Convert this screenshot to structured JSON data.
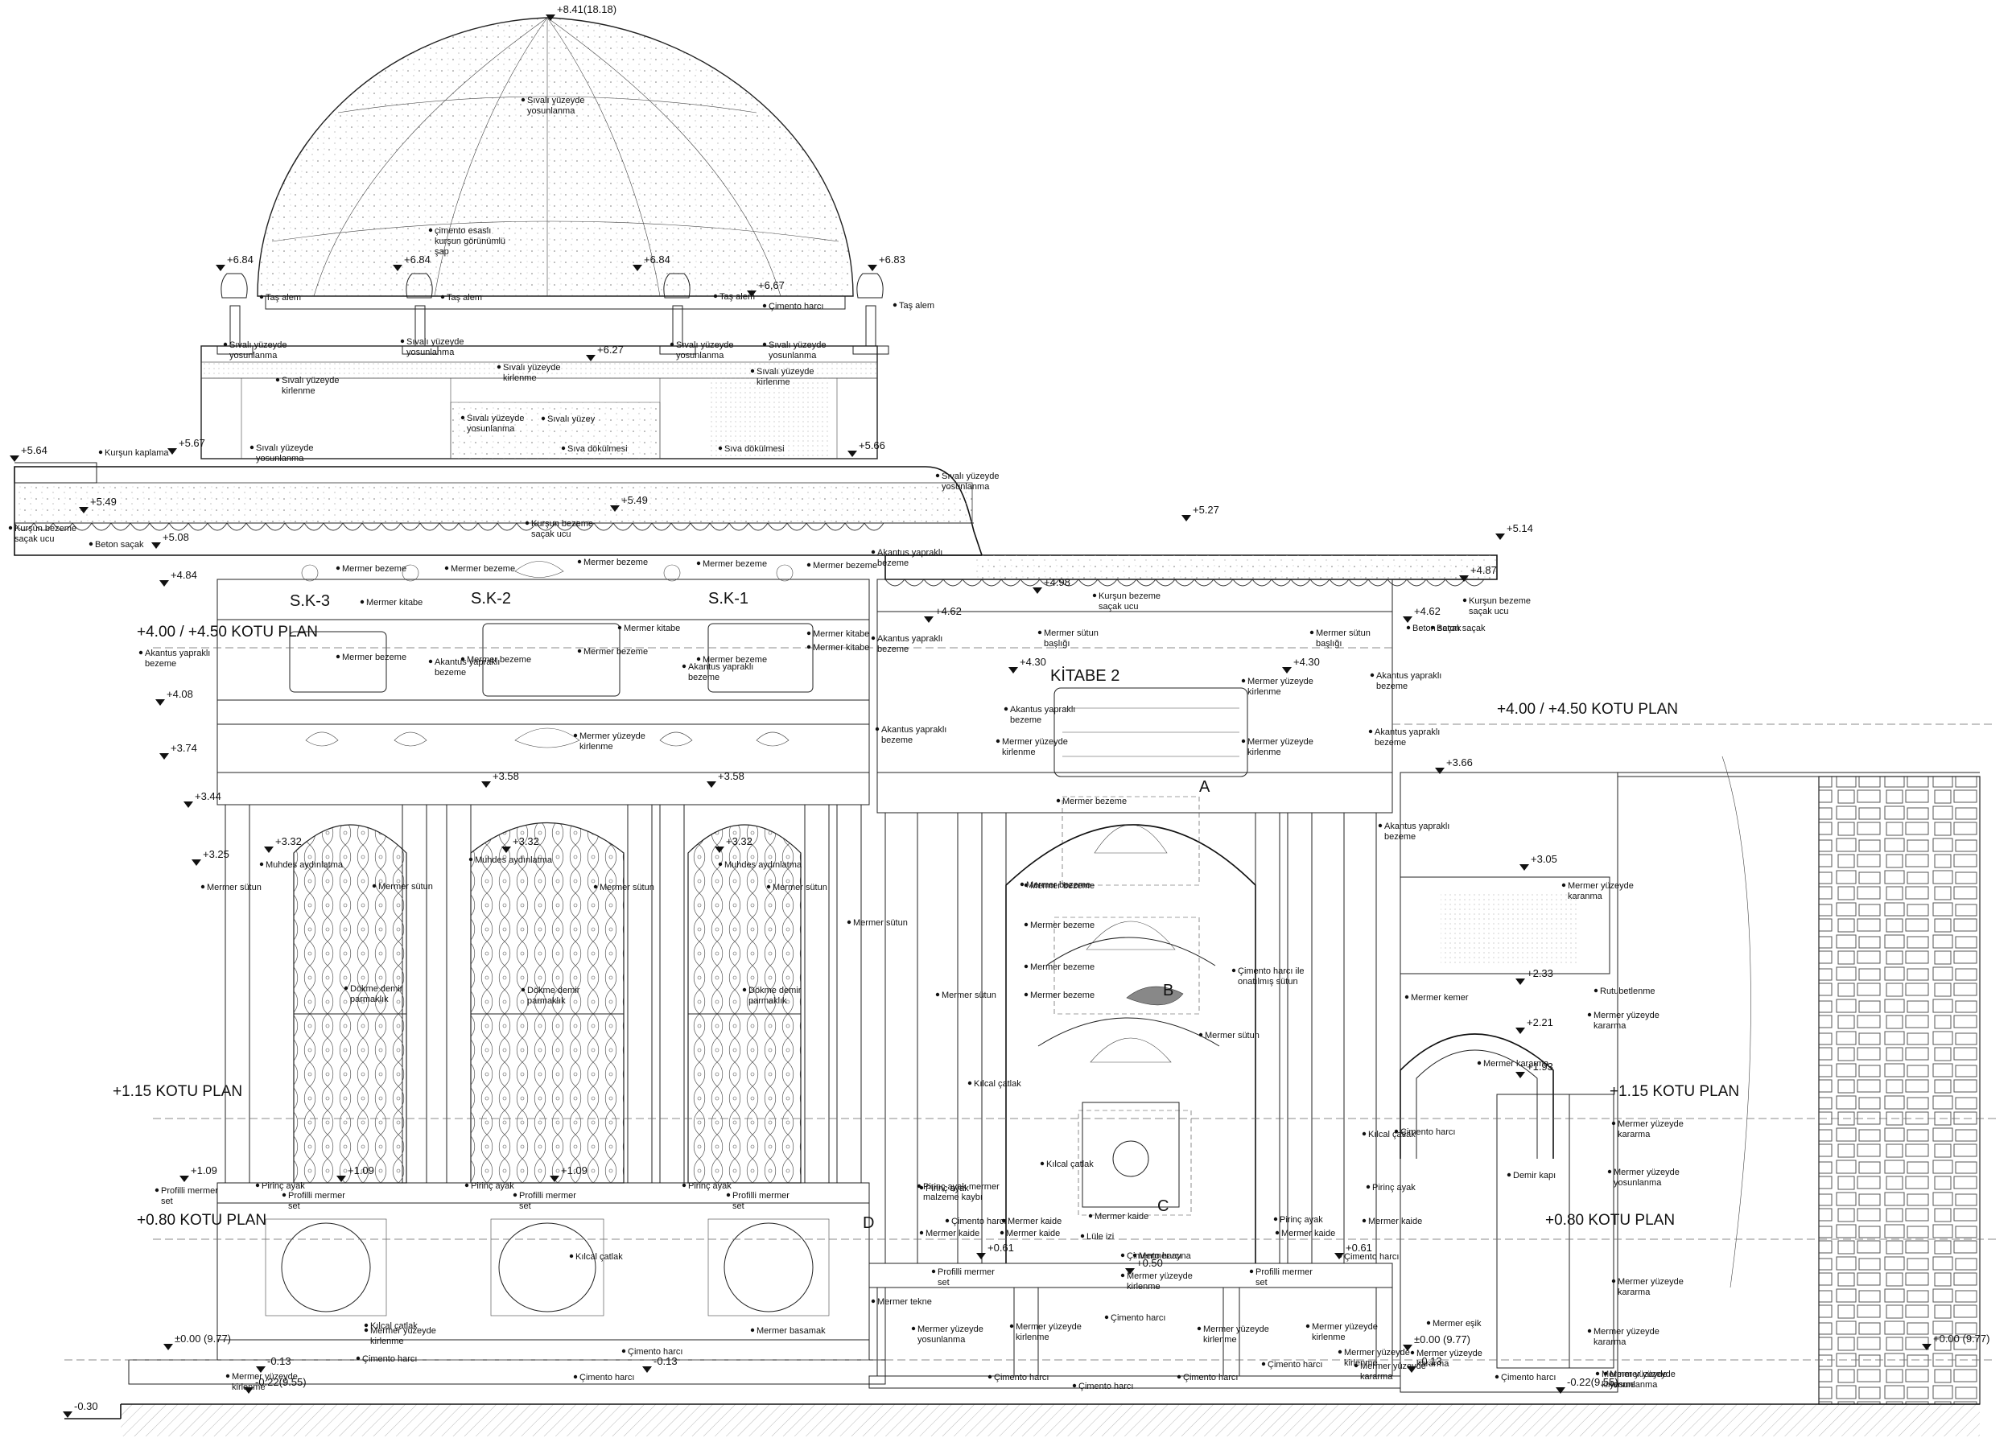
{
  "levels": [
    "+8.41(18.18)",
    "+6.84",
    "+6.84",
    "+6.84",
    "+6,67",
    "+6.83",
    "+6.27",
    "+5.64",
    "+5.67",
    "+5.66",
    "+5.49",
    "+5.49",
    "+5.27",
    "+5.14",
    "+5.08",
    "+4.98",
    "+4.87",
    "+4.84",
    "+4.62",
    "+4.62",
    "+4.30",
    "+4.30",
    "+4.08",
    "+3.74",
    "+3.66",
    "+3.58",
    "+3.58",
    "+3.44",
    "+3.32",
    "+3.32",
    "+3.32",
    "+3.25",
    "+3.05",
    "+2.33",
    "+2.21",
    "+1.93",
    "+1.09",
    "+1.09",
    "+1.09",
    "+0.61",
    "+0.61",
    "+0.50",
    "±0.00 (9.77)",
    "±0.00 (9.77)",
    "+0.00 (9.77)",
    "-0.13",
    "-0.13",
    "-0.13",
    "-0.22(9.55)",
    "-0.22(9.55)",
    "-0.30"
  ],
  "plan_levels": {
    "left_top": "+4.00 / +4.50 KOTU PLAN",
    "right_top": "+4.00 / +4.50 KOTU PLAN",
    "left_mid": "+1.15 KOTU PLAN",
    "right_mid": "+1.15 KOTU PLAN",
    "left_low": "+0.80 KOTU PLAN",
    "right_low": "+0.80 KOTU PLAN"
  },
  "section_keys": [
    "S.K-3",
    "S.K-2",
    "S.K-1",
    "KİTABE 2",
    "A",
    "B",
    "C",
    "D"
  ],
  "labels": [
    "Sıvalı yüzeyde yosunlanma",
    "çimento esaslı kurşun görünümlü şap",
    "Taş alem",
    "Taş alem",
    "Taş alem",
    "Taş alem",
    "Çimento harcı",
    "Sıvalı yüzeyde yosunlanma",
    "Sıvalı yüzeyde yosunlanma",
    "Sıvalı yüzeyde kirlenme",
    "Sıvalı yüzeyde yosunlanma",
    "Sıvalı yüzeyde yosunlanma",
    "Sıvalı yüzeyde kirlenme",
    "Sıvalı yüzeyde kirlenme",
    "Sıvalı yüzeyde yosunlanma",
    "Sıvalı yüzey",
    "Sıva dökülmesi",
    "Sıva dökülmesi",
    "Kurşun kaplama",
    "Sıvalı yüzeyde yosunlanma",
    "Sıvalı yüzeyde yosunlanma",
    "Kurşun bezeme saçak ucu",
    "Beton saçak",
    "Kurşun bezeme saçak ucu",
    "Kurşun bezeme saçak ucu",
    "Kurşun bezeme saçak ucu",
    "Beton saçak",
    "Beton saçak",
    "Mermer bezeme",
    "Mermer bezeme",
    "Mermer bezeme",
    "Mermer bezeme",
    "Mermer bezeme",
    "Mermer kitabe",
    "Mermer kitabe",
    "Mermer kitabe",
    "Mermer kitabe",
    "Akantus yapraklı bezeme",
    "Akantus yapraklı bezeme",
    "Akantus yapraklı bezeme",
    "Akantus yapraklı bezeme",
    "Akantus yapraklı bezeme",
    "Akantus yapraklı bezeme",
    "Akantus yapraklı bezeme",
    "Akantus yapraklı bezeme",
    "Akantus yapraklı bezeme",
    "Akantus yapraklı bezeme",
    "Mermer sütun başlığı",
    "Mermer sütun başlığı",
    "Mermer yüzeyde kirlenme",
    "Mermer yüzeyde kirlenme",
    "Mermer yüzeyde kirlenme",
    "Mermer bezeme",
    "Mermer bezeme",
    "Mermer bezeme",
    "Mermer bezeme",
    "Mermer yüzeyde kirlenme",
    "Mermer bezeme",
    "Mermer bezeme",
    "Mermer sütun",
    "Mermer sütun",
    "Mermer sütun",
    "Mermer sütun",
    "Mermer sütun",
    "Mermer sütun",
    "Mermer sütun",
    "Muhdes aydınlatma",
    "Muhdes aydınlatma",
    "Muhdes aydınlatma",
    "Dökme demir parmaklık",
    "Dökme demir parmaklık",
    "Dökme demir parmaklık",
    "Mermer bezeme",
    "Mermer bezeme",
    "Mermer bezeme",
    "Mermer bezeme",
    "Mermer yüzeyde karanma",
    "Rutubetlenme",
    "Mermer kemer",
    "Mermer yüzeyde kararma",
    "Mermer kararma",
    "Çimento harcı ile onatılmış sütun",
    "Kılcal çatlak",
    "Kılcal çatlak",
    "Kılcal çatlak",
    "Kılcal çatlak",
    "Kılcal çatlak",
    "Çimento harcı",
    "Mermer yüzeyde kararma",
    "Demir kapı",
    "Pirinç ayak",
    "Pirinç ayak",
    "Pirinç ayak",
    "Pirinç ayak",
    "Pirinç ayak",
    "Pirinç ayak",
    "Profilli mermer set",
    "Profilli mermer set",
    "Profilli mermer set",
    "Profilli mermer set",
    "Profilli mermer set",
    "Profilli mermer set",
    "Pirinç ayak mermer malzeme kaybı",
    "Çimento harcı",
    "Mermer kaide",
    "Mermer kaide",
    "Mermer kaide",
    "Mermer kaide",
    "Mermer kaide",
    "Mermer kaide",
    "Lüle izi",
    "Mermer ayna",
    "Mermer yüzeyde kirlenme",
    "Çimento harcı",
    "Çimento harcı",
    "Çimento harcı",
    "Mermer tekne",
    "Mermer yüzeyde kirlenme",
    "Mermer yüzeyde yosunlanma",
    "Mermer yüzeyde kirlenme",
    "Mermer yüzeyde kirlenme",
    "Mermer yüzeyde kirlenme",
    "Mermer yüzeyde kirlenme",
    "Mermer basamak",
    "Mermer yüzeyde yosunlanma",
    "Mermer yüzeyde kararma",
    "Mermer yüzeyde kararma",
    "Mermer yüzeyde yosunlanma",
    "Mermer yüzeyde kararma",
    "Mermer eşik",
    "Mermer yüzeyde kirlenme",
    "Çimento harcı",
    "Çimento harcı",
    "Çimento harcı",
    "Çimento harcı",
    "Çimento harcı",
    "Çimento harcı",
    "Çimento harcı",
    "Çimento harcı",
    "Mermer yüzeyde kirlenme",
    "Mermer yüzeyde kararma",
    "Mermer yüzeyde kirlenme"
  ]
}
